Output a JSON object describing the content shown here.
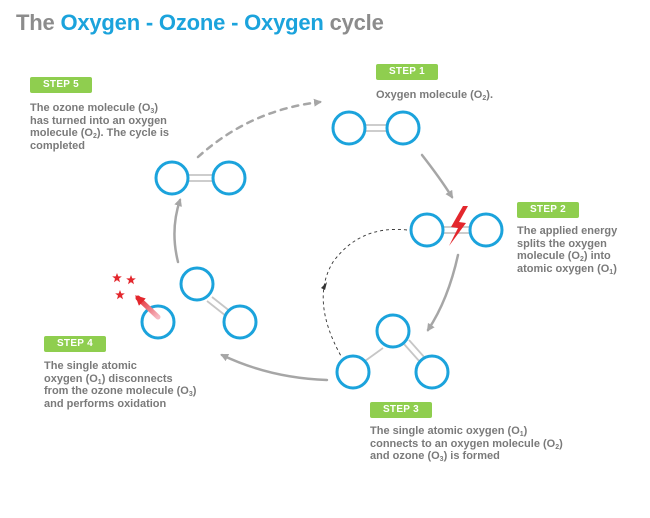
{
  "title": {
    "prefix": "The",
    "word1": "Oxygen",
    "sep1": "-",
    "word2": "Ozone",
    "sep2": "-",
    "word3": "Oxygen",
    "suffix": "cycle"
  },
  "colors": {
    "title_gray": "#8c8c8c",
    "title_blue": "#1ba3dc",
    "badge_green": "#8fce4f",
    "atom_blue": "#1ba3dc",
    "arrow_gray": "#a6a6a6",
    "energy_red": "#e3272d",
    "text_gray": "#7a7a7a"
  },
  "icons": [
    "lightning-icon",
    "star-icon",
    "oxidation-arrow-icon"
  ],
  "steps": [
    {
      "label": "STEP 1",
      "text": [
        {
          "t": "Oxygen molecule (O"
        },
        {
          "sub": "2"
        },
        {
          "t": ")."
        }
      ]
    },
    {
      "label": "STEP 2",
      "text": [
        {
          "t": "The applied energy"
        },
        {
          "br": true
        },
        {
          "t": "splits the oxygen"
        },
        {
          "br": true
        },
        {
          "t": "molecule (O"
        },
        {
          "sub": "2"
        },
        {
          "t": ") into"
        },
        {
          "br": true
        },
        {
          "t": "atomic oxygen (O"
        },
        {
          "sub": "1"
        },
        {
          "t": ")"
        }
      ]
    },
    {
      "label": "STEP 3",
      "text": [
        {
          "t": "The single atomic oxygen (O"
        },
        {
          "sub": "1"
        },
        {
          "t": ")"
        },
        {
          "br": true
        },
        {
          "t": "connects to an oxygen molecule (O"
        },
        {
          "sub": "2"
        },
        {
          "t": ")"
        },
        {
          "br": true
        },
        {
          "t": "and ozone (O"
        },
        {
          "sub": "3"
        },
        {
          "t": ") is formed"
        }
      ]
    },
    {
      "label": "STEP 4",
      "text": [
        {
          "t": "The single atomic"
        },
        {
          "br": true
        },
        {
          "t": "oxygen (O"
        },
        {
          "sub": "1"
        },
        {
          "t": ") disconnects"
        },
        {
          "br": true
        },
        {
          "t": "from the ozone molecule (O"
        },
        {
          "sub": "3"
        },
        {
          "t": ")"
        },
        {
          "br": true
        },
        {
          "t": "and performs oxidation"
        }
      ]
    },
    {
      "label": "STEP 5",
      "text": [
        {
          "t": "The ozone molecule (O"
        },
        {
          "sub": "3"
        },
        {
          "t": ")"
        },
        {
          "br": true
        },
        {
          "t": "has turned into an oxygen"
        },
        {
          "br": true
        },
        {
          "t": "molecule (O"
        },
        {
          "sub": "2"
        },
        {
          "t": "). The cycle is"
        },
        {
          "br": true
        },
        {
          "t": "completed"
        }
      ]
    }
  ]
}
